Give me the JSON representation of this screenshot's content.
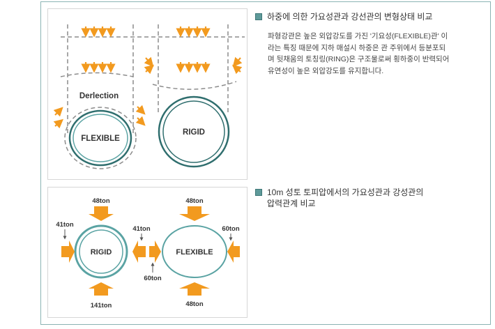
{
  "sections": [
    {
      "title": "하중에 의한 가요성관과 강선관의 변형상태 비교",
      "body": "파형강관은 높은 외압강도를 가진 '기요성(FLEXIBLE)관' 이라는 특징 때문에 지하 매설시 하중은 관 주위에서 등분포되며 뒷채움의 토칭링(RING)은 구조물로써 횡하중이 반력되어 유연성이 높은 외압강도를 유지합니다."
    },
    {
      "title": "10m 성토 토피압에서의 가요성관과 강성관의 압력관계 비교"
    }
  ],
  "diagram1": {
    "deflection_label": "Derlection",
    "flexible_label": "FLEXIBLE",
    "rigid_label": "RIGID"
  },
  "diagram2": {
    "rigid": {
      "label": "RIGID",
      "top": "48ton",
      "bottom": "141ton",
      "left": "41ton",
      "right": "41ton"
    },
    "flexible": {
      "label": "FLEXIBLE",
      "top": "48ton",
      "bottom": "48ton",
      "left": "60ton",
      "right": "60ton"
    }
  },
  "colors": {
    "accent": "#f29a1f",
    "pipe": "#2f6e6e",
    "pipe_light": "#5aa3a3",
    "dash": "#8c8c8c",
    "bullet": "#5e9a9a"
  }
}
